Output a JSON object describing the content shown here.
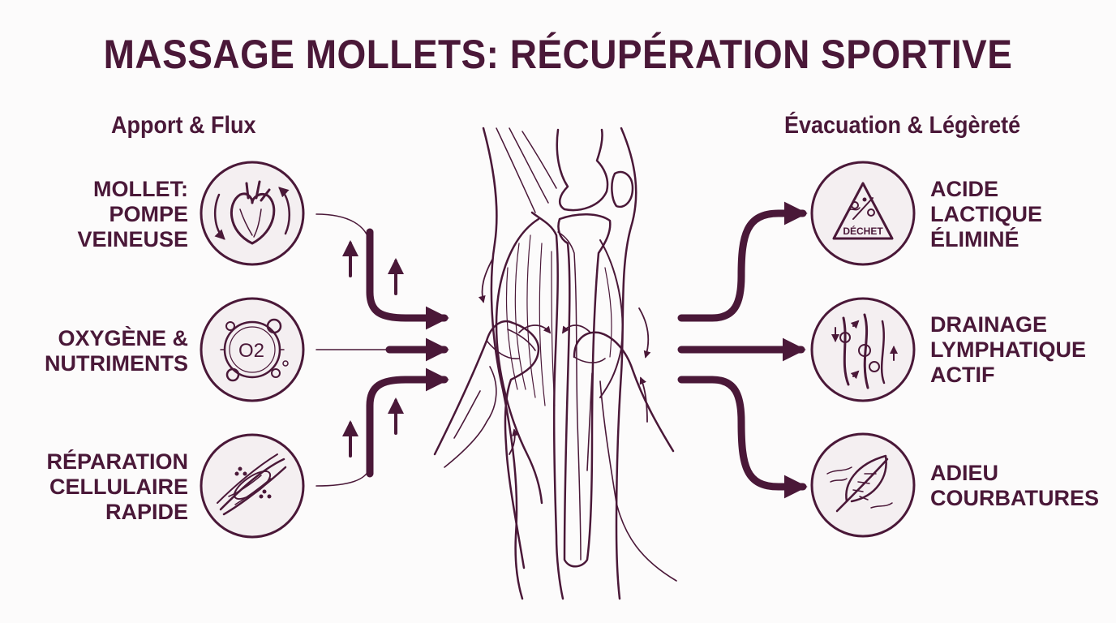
{
  "title": "MASSAGE MOLLETS: RÉCUPÉRATION SPORTIVE",
  "left": {
    "heading": "Apport & Flux",
    "items": [
      {
        "icon": "heart-icon",
        "lines": [
          "MOLLET:",
          "POMPE",
          "VEINEUSE"
        ]
      },
      {
        "icon": "oxygen-molecule-icon",
        "icon_text": "O2",
        "lines": [
          "OXYGÈNE &",
          "NUTRIMENTS"
        ]
      },
      {
        "icon": "muscle-fiber-icon",
        "lines": [
          "RÉPARATION",
          "CELLULAIRE",
          "RAPIDE"
        ]
      }
    ]
  },
  "right": {
    "heading": "Évacuation & Légèreté",
    "items": [
      {
        "icon": "waste-triangle-icon",
        "icon_text": "DÉCHET",
        "lines": [
          "ACIDE",
          "LACTIQUE",
          "ÉLIMINÉ"
        ]
      },
      {
        "icon": "lymph-vessels-icon",
        "lines": [
          "DRAINAGE",
          "LYMPHATIQUE",
          "ACTIF"
        ]
      },
      {
        "icon": "feather-icon",
        "lines": [
          "ADIEU",
          "COURBATURES"
        ]
      }
    ]
  },
  "colors": {
    "primary": "#4a1838",
    "icon_bg": "#f4eff1",
    "background": "#fcfbfb"
  }
}
